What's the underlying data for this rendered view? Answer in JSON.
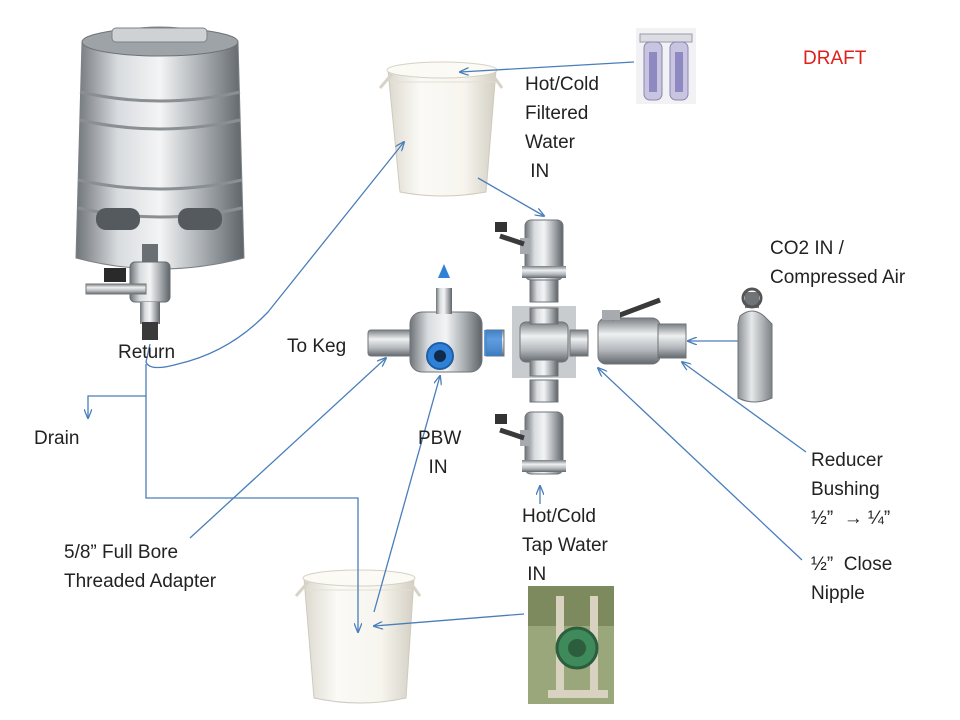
{
  "labels": {
    "draft": "DRAFT",
    "filtered_water": "Hot/Cold\nFiltered\nWater\n IN",
    "co2": "CO2 IN /\nCompressed Air",
    "return": "Return",
    "to_keg": "To Keg",
    "drain": "Drain",
    "pbw": "PBW\n  IN",
    "tap_water": "Hot/Cold\nTap Water\n IN",
    "reducer": "Reducer\nBushing",
    "reducer_size": "½”  → ¼”",
    "close_nipple": "½”  Close\nNipple",
    "adapter": "5/8” Full Bore\nThreaded Adapter"
  },
  "colors": {
    "arrow": "#4a7ebb",
    "draft": "#e0201b",
    "text": "#222222",
    "steel": "#b8bcc0",
    "bucket": "#f4f2ea"
  },
  "icons": [
    "keg-icon",
    "bucket-icon",
    "water-filter-icon",
    "co2-cylinder-icon",
    "ball-valve-icon",
    "cross-fitting-icon",
    "three-way-valve-icon",
    "hose-reel-icon"
  ]
}
